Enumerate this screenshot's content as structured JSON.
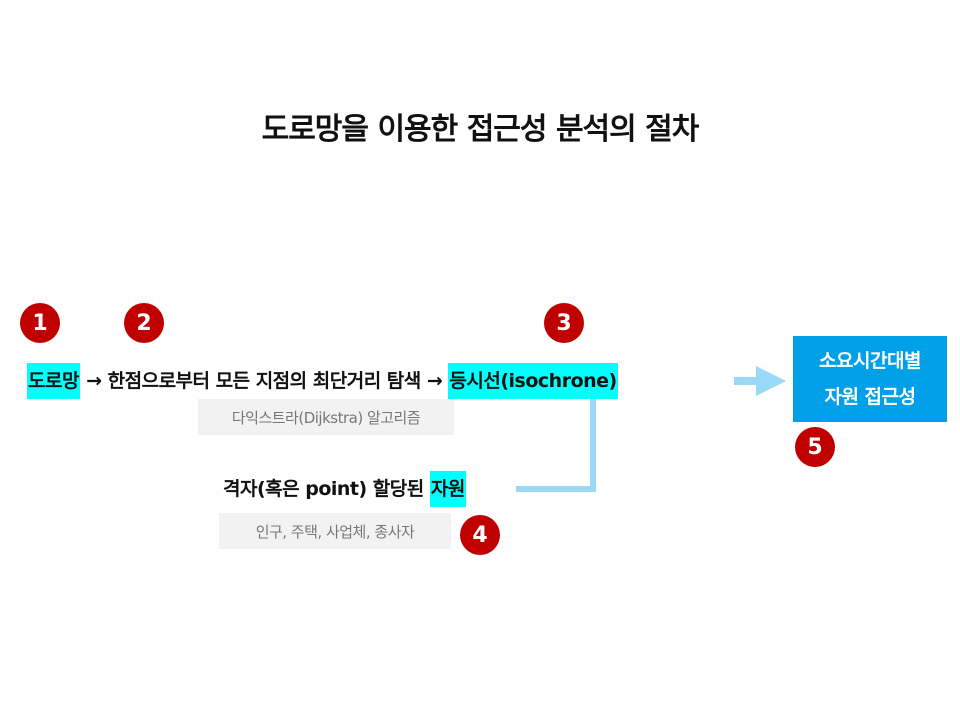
{
  "title": "도로망을 이용한 접근성 분석의 절차",
  "badges": [
    "1",
    "2",
    "3",
    "4",
    "5"
  ],
  "flow": {
    "road_network": "도로망",
    "arrow1": "→",
    "search": "한점으로부터 모든 지점의 최단거리 탐색",
    "arrow2": "→",
    "isochrone": "등시선(isochrone)",
    "dijkstra_note": "다익스트라(Dijkstra) 알고리즘",
    "grid": "격자(혹은 point) 할당된",
    "resource": "자원",
    "resource_note": "인구, 주택, 사업체, 종사자",
    "result_line1": "소요시간대별",
    "result_line2": "자원 접근성"
  },
  "colors": {
    "badge": "#c00000",
    "highlight": "#00ffff",
    "connector": "#99d9f5",
    "result_box": "#00a0e9"
  }
}
